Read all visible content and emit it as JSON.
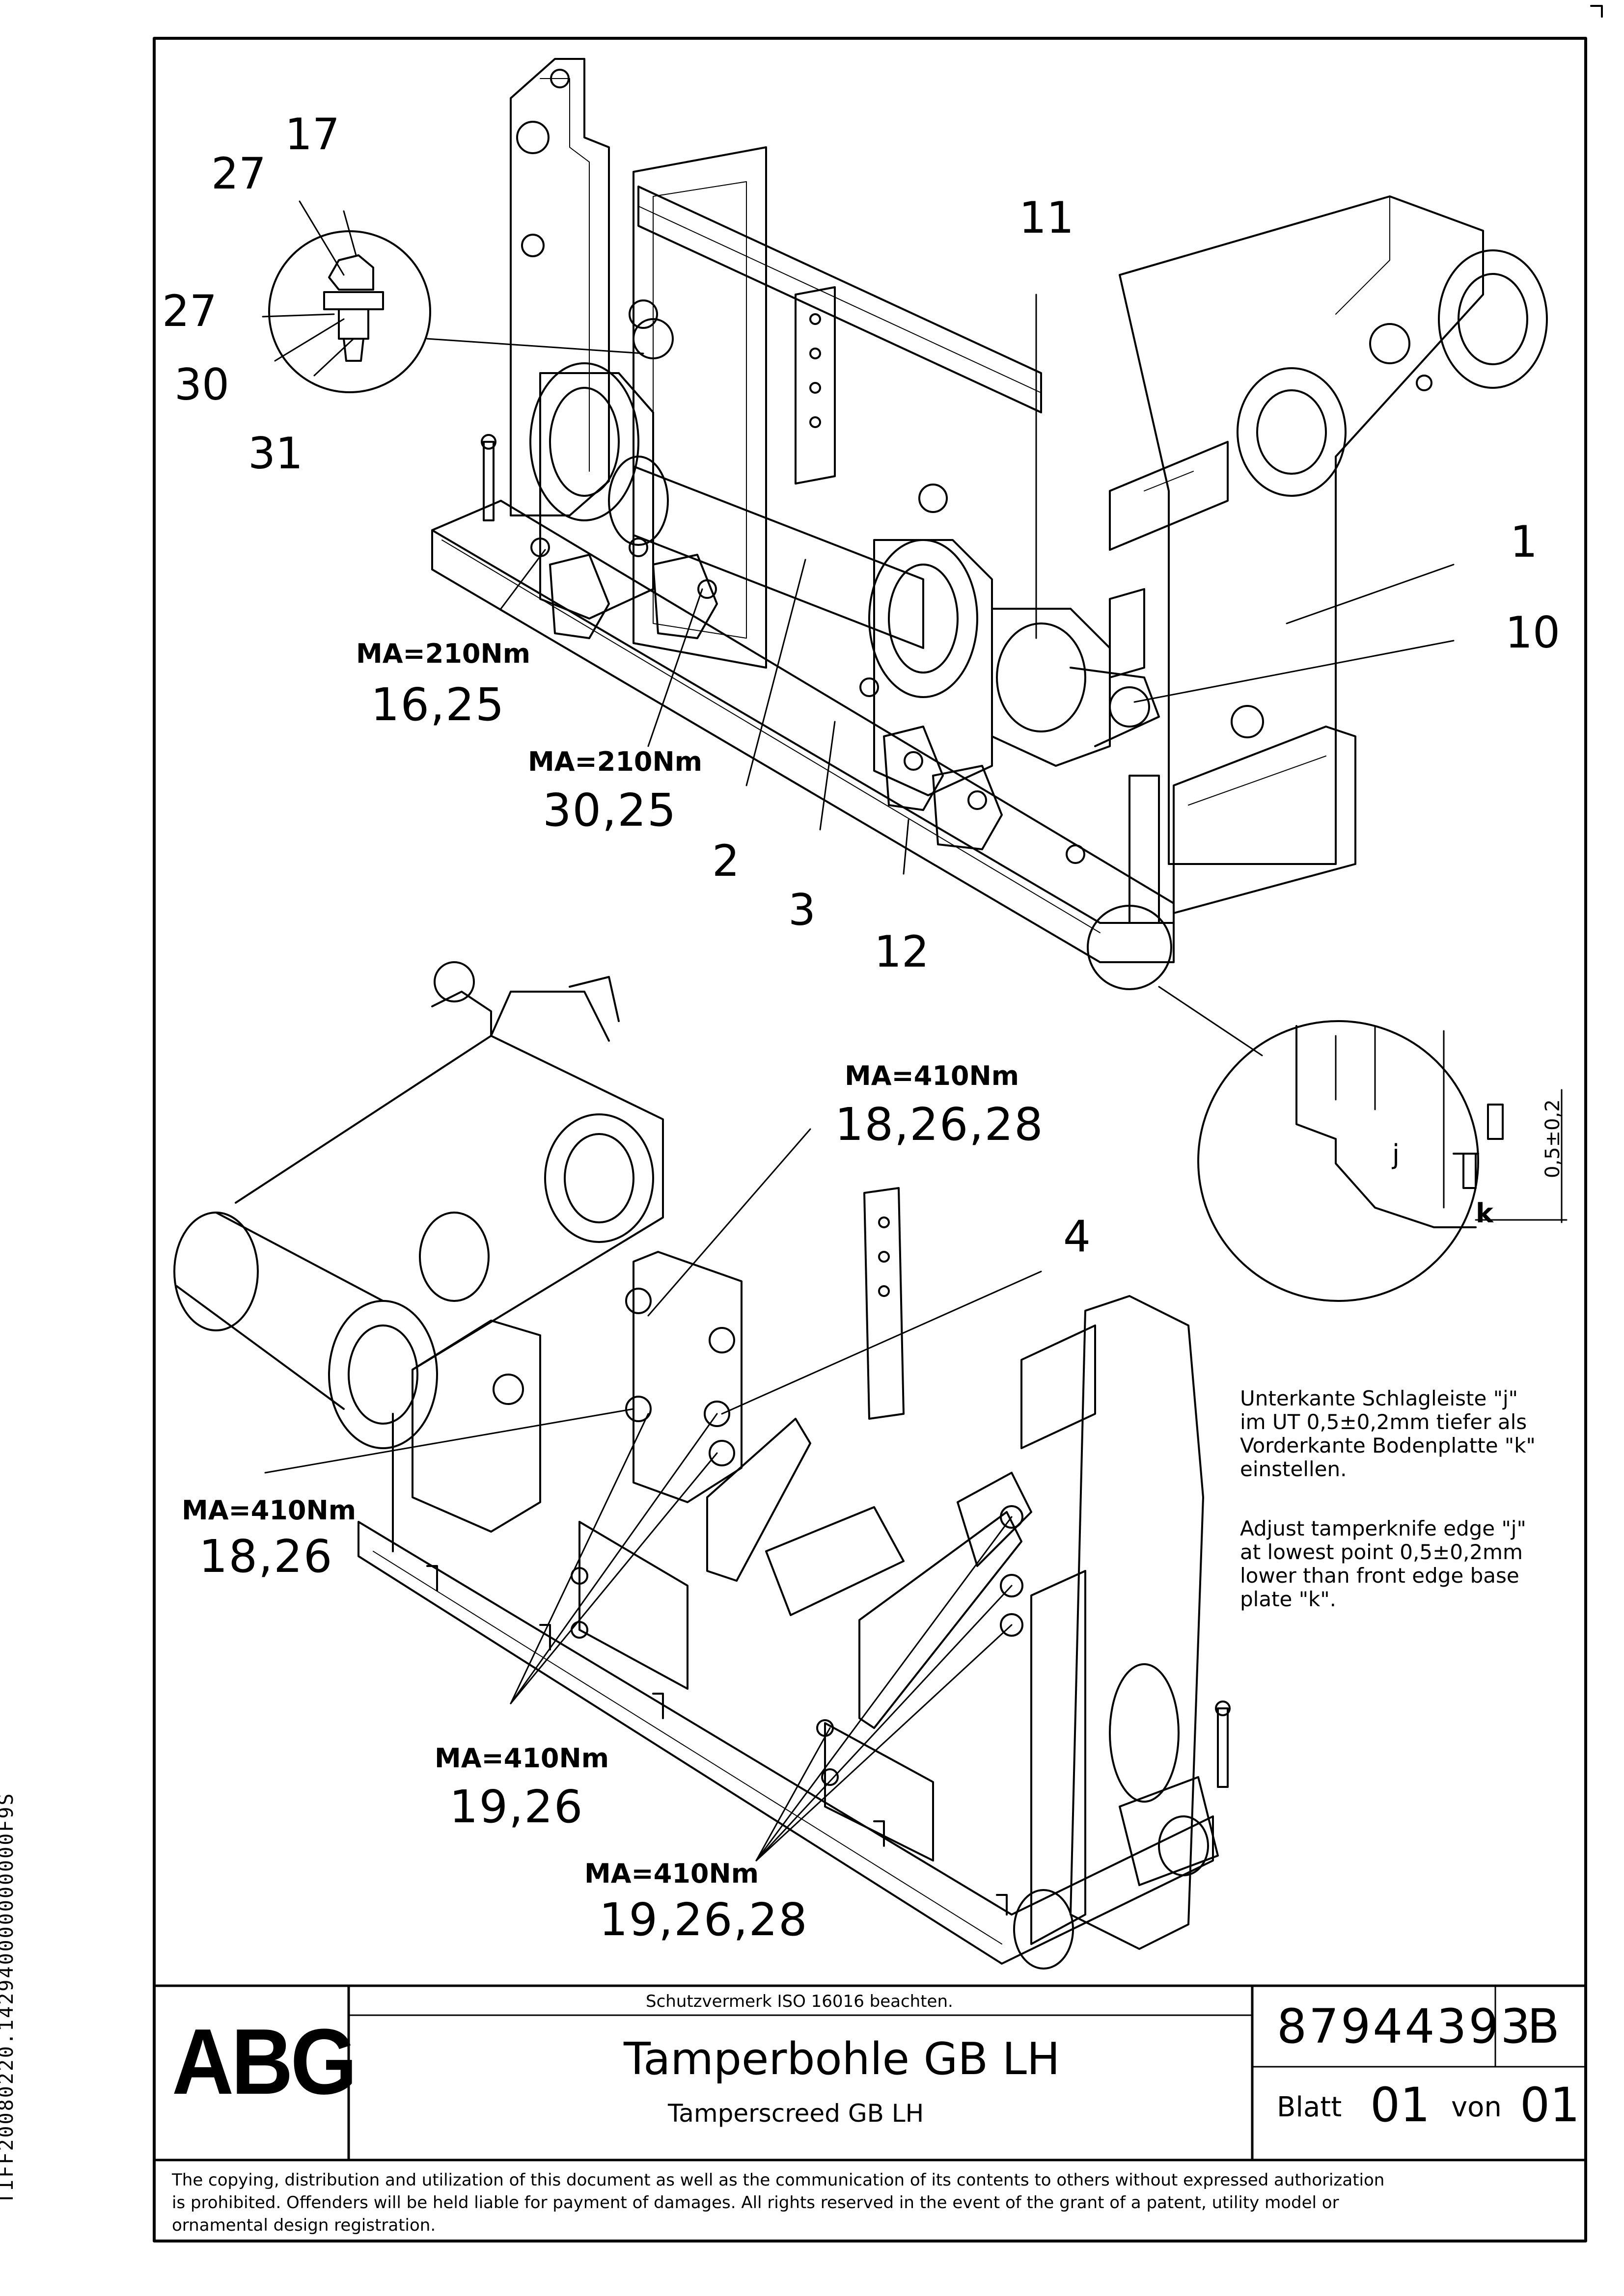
{
  "side_code": "TIFF20080220.142940000000000F9S",
  "callouts_top": [
    "17",
    "27",
    "27",
    "30",
    "31",
    "11",
    "1",
    "10",
    "2",
    "3",
    "12"
  ],
  "callouts_bottom": [
    "4"
  ],
  "torque_labels": [
    {
      "ma": "MA=210Nm",
      "refs": "16,25"
    },
    {
      "ma": "MA=210Nm",
      "refs": "30,25"
    },
    {
      "ma": "MA=410Nm",
      "refs": "18,26,28"
    },
    {
      "ma": "MA=410Nm",
      "refs": "18,26"
    },
    {
      "ma": "MA=410Nm",
      "refs": "19,26"
    },
    {
      "ma": "MA=410Nm",
      "refs": "19,26,28"
    }
  ],
  "detail": {
    "label_j": "j",
    "label_k": "k",
    "dimension": "0,5±0,2"
  },
  "note_de": "Unterkante Schlagleiste \"j\"\nim UT 0,5±0,2mm tiefer als\nVorderkante Bodenplatte \"k\"\neinstellen.",
  "note_en": "Adjust tamperknife edge \"j\"\nat lowest point 0,5±0,2mm\nlower than front edge base\nplate \"k\".",
  "title_block": {
    "logo": "ABG",
    "protection": "Schutzvermerk ISO 16016 beachten.",
    "title": "Tamperbohle GB LH",
    "subtitle": "Tamperscreed GB LH",
    "doc_number": "87944393",
    "revision": "B",
    "sheet_label": "Blatt",
    "sheet": "01",
    "of_label": "von",
    "sheets": "01",
    "copyright": "The copying, distribution and utilization of this document as well as the communication of its contents to others without expressed authorization\nis prohibited. Offenders will be held liable for payment of damages. All rights reserved in the event of the grant of a patent, utility model or\nornamental design registration."
  }
}
